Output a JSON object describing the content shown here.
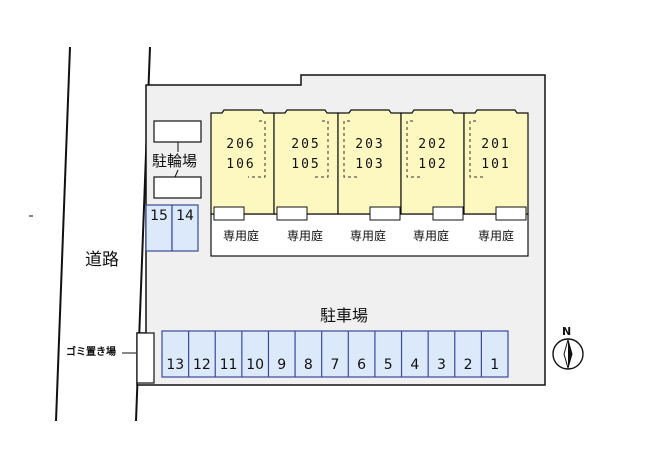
{
  "labels": {
    "road": "道路",
    "bicycle_parking": "駐輪場",
    "parking": "駐車場",
    "garbage": "ゴミ置き場",
    "compass_north": "N"
  },
  "units": [
    {
      "upper": "206",
      "lower": "106",
      "yard": "専用庭"
    },
    {
      "upper": "205",
      "lower": "105",
      "yard": "専用庭"
    },
    {
      "upper": "203",
      "lower": "103",
      "yard": "専用庭"
    },
    {
      "upper": "202",
      "lower": "102",
      "yard": "専用庭"
    },
    {
      "upper": "201",
      "lower": "101",
      "yard": "専用庭"
    }
  ],
  "bike_spaces": [
    "15",
    "14"
  ],
  "parking_spaces": [
    "13",
    "12",
    "11",
    "10",
    "9",
    "8",
    "7",
    "6",
    "5",
    "4",
    "3",
    "2",
    "1"
  ],
  "colors": {
    "lot": "#f0f0f0",
    "building": "#fdf7c0",
    "parking_space": "#dbe9fb",
    "outline": "#3a4a9a"
  }
}
